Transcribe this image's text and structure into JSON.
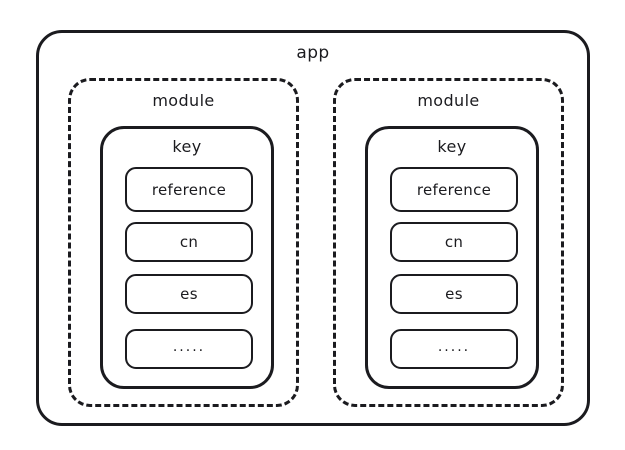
{
  "diagram": {
    "type": "nested-containers",
    "title": "app",
    "background_color": "#ffffff",
    "stroke_color": "#1b1b1f",
    "app": {
      "label": "app",
      "border_style": "solid",
      "modules": [
        {
          "label": "module",
          "border_style": "dashed",
          "key": {
            "label": "key",
            "border_style": "solid",
            "entries": [
              {
                "label": "reference"
              },
              {
                "label": "cn"
              },
              {
                "label": "es"
              },
              {
                "label": "....."
              }
            ]
          }
        },
        {
          "label": "module",
          "border_style": "dashed",
          "key": {
            "label": "key",
            "border_style": "solid",
            "entries": [
              {
                "label": "reference"
              },
              {
                "label": "cn"
              },
              {
                "label": "es"
              },
              {
                "label": "....."
              }
            ]
          }
        }
      ]
    }
  }
}
